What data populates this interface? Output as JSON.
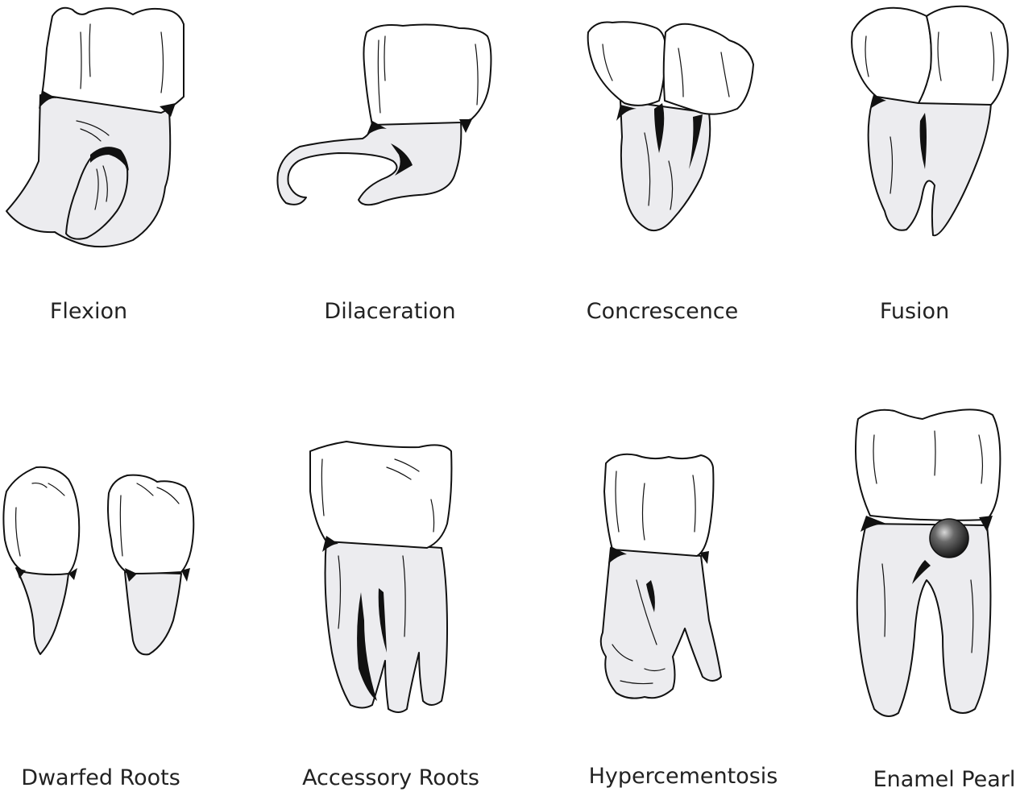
{
  "figure": {
    "items": [
      {
        "label": "Flexion"
      },
      {
        "label": "Dilaceration"
      },
      {
        "label": "Concrescence"
      },
      {
        "label": "Fusion"
      },
      {
        "label": "Dwarfed Roots"
      },
      {
        "label": "Accessory Roots"
      },
      {
        "label": "Hypercementosis"
      },
      {
        "label": "Enamel Pearl"
      }
    ]
  }
}
